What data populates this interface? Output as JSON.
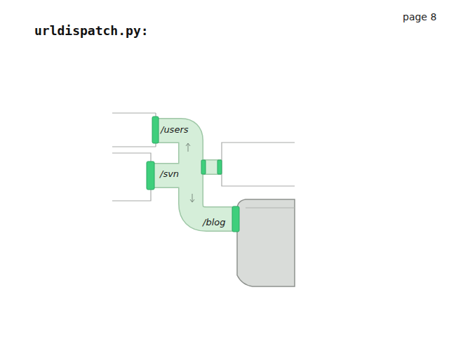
{
  "diagram": {
    "title": "urldispatch.py:",
    "labels": [
      "page 8",
      "/users",
      "/svn",
      "/blog"
    ]
  }
}
